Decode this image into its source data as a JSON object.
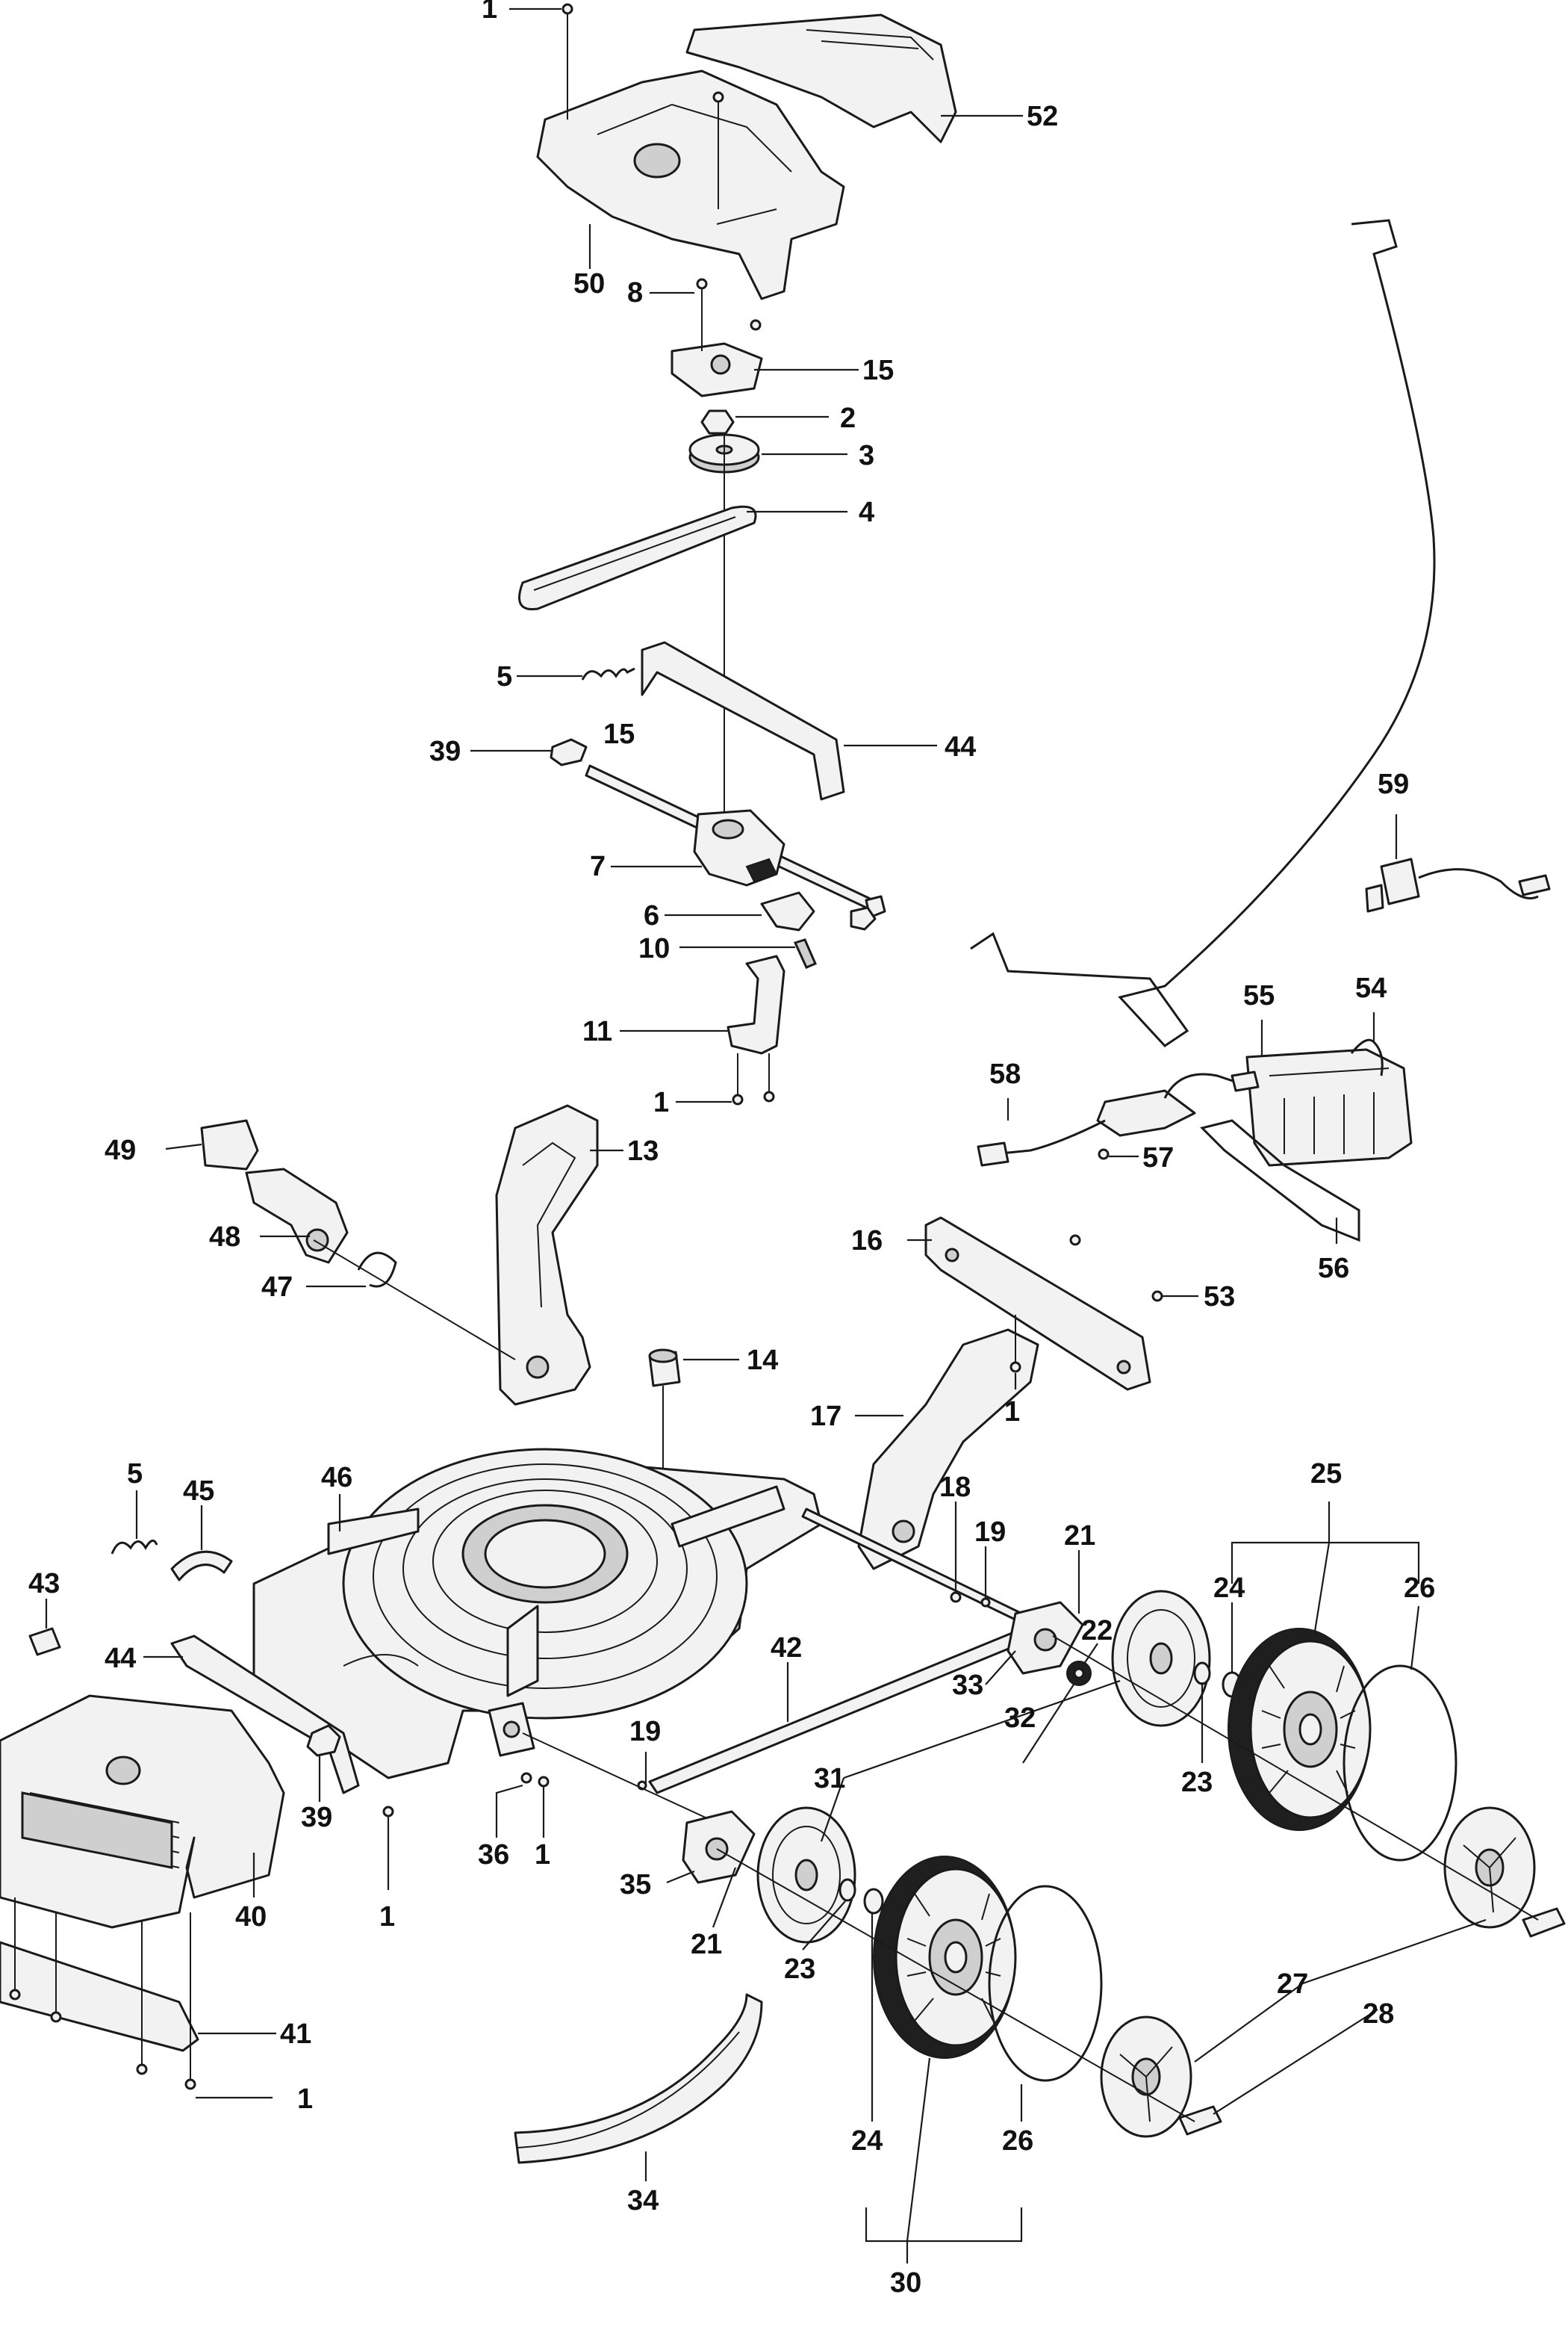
{
  "diagram": {
    "callouts": [
      {
        "id": "c1a",
        "text": "1"
      },
      {
        "id": "c52",
        "text": "52"
      },
      {
        "id": "c50",
        "text": "50"
      },
      {
        "id": "c8",
        "text": "8"
      },
      {
        "id": "c15a",
        "text": "15"
      },
      {
        "id": "c2",
        "text": "2"
      },
      {
        "id": "c3",
        "text": "3"
      },
      {
        "id": "c4",
        "text": "4"
      },
      {
        "id": "c5a",
        "text": "5"
      },
      {
        "id": "c15b",
        "text": "15"
      },
      {
        "id": "c39a",
        "text": "39"
      },
      {
        "id": "c44a",
        "text": "44"
      },
      {
        "id": "c7",
        "text": "7"
      },
      {
        "id": "c6",
        "text": "6"
      },
      {
        "id": "c10",
        "text": "10"
      },
      {
        "id": "c11",
        "text": "11"
      },
      {
        "id": "c1b",
        "text": "1"
      },
      {
        "id": "c59",
        "text": "59"
      },
      {
        "id": "c55",
        "text": "55"
      },
      {
        "id": "c54",
        "text": "54"
      },
      {
        "id": "c58",
        "text": "58"
      },
      {
        "id": "c57",
        "text": "57"
      },
      {
        "id": "c56",
        "text": "56"
      },
      {
        "id": "c49",
        "text": "49"
      },
      {
        "id": "c13",
        "text": "13"
      },
      {
        "id": "c48",
        "text": "48"
      },
      {
        "id": "c47",
        "text": "47"
      },
      {
        "id": "c16",
        "text": "16"
      },
      {
        "id": "c53",
        "text": "53"
      },
      {
        "id": "c14",
        "text": "14"
      },
      {
        "id": "c1c",
        "text": "1"
      },
      {
        "id": "c17",
        "text": "17"
      },
      {
        "id": "c25",
        "text": "25"
      },
      {
        "id": "c5b",
        "text": "5"
      },
      {
        "id": "c45",
        "text": "45"
      },
      {
        "id": "c46",
        "text": "46"
      },
      {
        "id": "c18",
        "text": "18"
      },
      {
        "id": "c19a",
        "text": "19"
      },
      {
        "id": "c21a",
        "text": "21"
      },
      {
        "id": "c24a",
        "text": "24"
      },
      {
        "id": "c26a",
        "text": "26"
      },
      {
        "id": "c43",
        "text": "43"
      },
      {
        "id": "c44b",
        "text": "44"
      },
      {
        "id": "c42",
        "text": "42"
      },
      {
        "id": "c33",
        "text": "33"
      },
      {
        "id": "c22",
        "text": "22"
      },
      {
        "id": "c32",
        "text": "32"
      },
      {
        "id": "c23a",
        "text": "23"
      },
      {
        "id": "c19b",
        "text": "19"
      },
      {
        "id": "c31",
        "text": "31"
      },
      {
        "id": "c39b",
        "text": "39"
      },
      {
        "id": "c36",
        "text": "36"
      },
      {
        "id": "c1d",
        "text": "1"
      },
      {
        "id": "c40",
        "text": "40"
      },
      {
        "id": "c1e",
        "text": "1"
      },
      {
        "id": "c35",
        "text": "35"
      },
      {
        "id": "c21b",
        "text": "21"
      },
      {
        "id": "c23b",
        "text": "23"
      },
      {
        "id": "c27",
        "text": "27"
      },
      {
        "id": "c28",
        "text": "28"
      },
      {
        "id": "c41",
        "text": "41"
      },
      {
        "id": "c1f",
        "text": "1"
      },
      {
        "id": "c24b",
        "text": "24"
      },
      {
        "id": "c26b",
        "text": "26"
      },
      {
        "id": "c34",
        "text": "34"
      },
      {
        "id": "c30",
        "text": "30"
      }
    ]
  }
}
